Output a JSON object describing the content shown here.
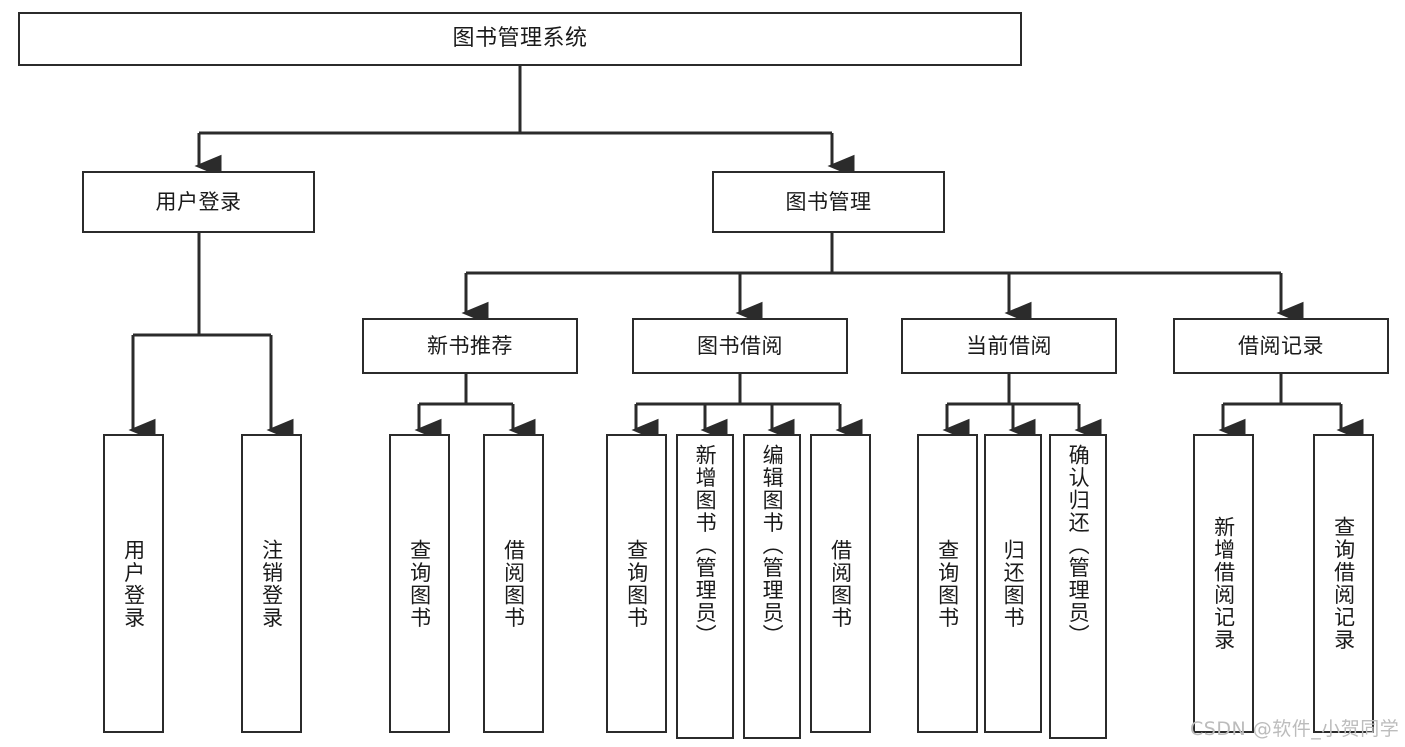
{
  "diagram": {
    "type": "tree-hierarchy",
    "title": "图书管理系统",
    "watermark": "CSDN @软件_小贺同学",
    "colors": {
      "box_border": "#2b2b2b",
      "box_fill": "#ffffff",
      "connector": "#2b2b2b",
      "text": "#1a1a1a",
      "watermark": "#bcbcbc"
    },
    "nodes": {
      "root": {
        "label": "图书管理系统"
      },
      "level2": [
        {
          "label": "用户登录"
        },
        {
          "label": "图书管理"
        }
      ],
      "level3": [
        {
          "label": "新书推荐"
        },
        {
          "label": "图书借阅"
        },
        {
          "label": "当前借阅"
        },
        {
          "label": "借阅记录"
        }
      ],
      "leaves": {
        "user_login": [
          {
            "label": "用户登录"
          },
          {
            "label": "注销登录"
          }
        ],
        "new_book_recommend": [
          {
            "label": "查询图书"
          },
          {
            "label": "借阅图书"
          }
        ],
        "book_borrow": [
          {
            "label": "查询图书"
          },
          {
            "label": "新增图书（管理员）"
          },
          {
            "label": "编辑图书（管理员）"
          },
          {
            "label": "借阅图书"
          }
        ],
        "current_borrow": [
          {
            "label": "查询图书"
          },
          {
            "label": "归还图书"
          },
          {
            "label": "确认归还（管理员）"
          }
        ],
        "borrow_record": [
          {
            "label": "新增借阅记录"
          },
          {
            "label": "查询借阅记录"
          }
        ]
      }
    }
  }
}
